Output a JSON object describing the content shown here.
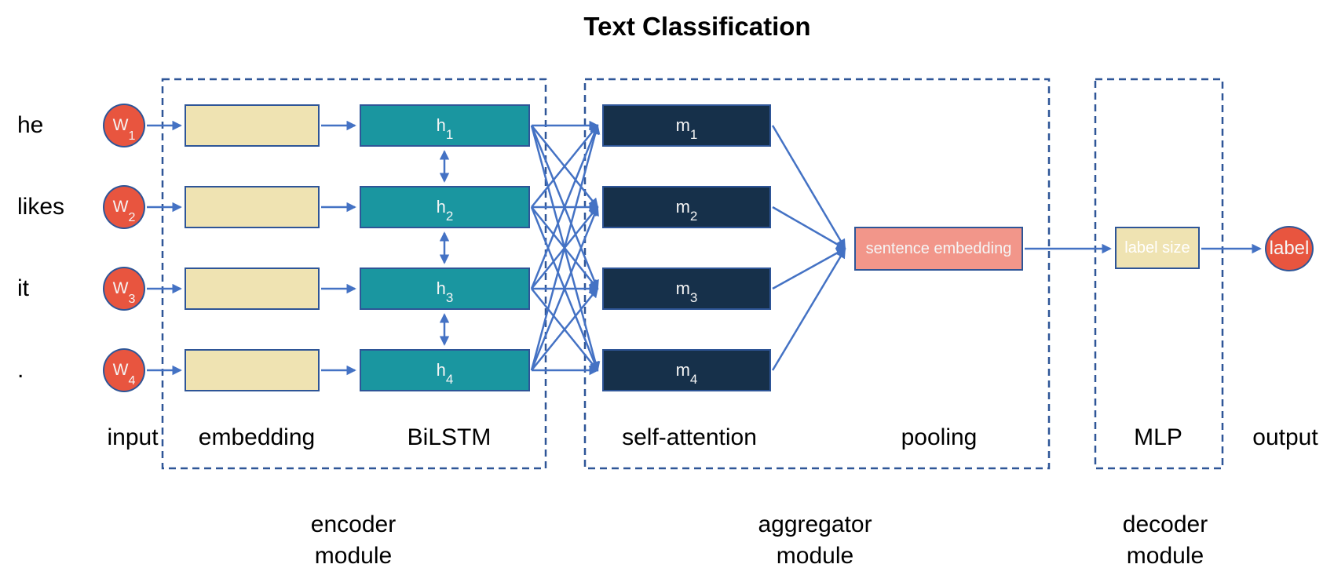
{
  "title": "Text Classification",
  "rows": [
    {
      "word": "he",
      "w": {
        "base": "W",
        "sub": "1"
      },
      "h": {
        "base": "h",
        "sub": "1"
      },
      "m": {
        "base": "m",
        "sub": "1"
      }
    },
    {
      "word": "likes",
      "w": {
        "base": "W",
        "sub": "2"
      },
      "h": {
        "base": "h",
        "sub": "2"
      },
      "m": {
        "base": "m",
        "sub": "2"
      }
    },
    {
      "word": "it",
      "w": {
        "base": "W",
        "sub": "3"
      },
      "h": {
        "base": "h",
        "sub": "3"
      },
      "m": {
        "base": "m",
        "sub": "3"
      }
    },
    {
      "word": ".",
      "w": {
        "base": "W",
        "sub": "4"
      },
      "h": {
        "base": "h",
        "sub": "4"
      },
      "m": {
        "base": "m",
        "sub": "4"
      }
    }
  ],
  "pooling_box": {
    "label": "sentence embedding"
  },
  "mlp_box": {
    "label": "label size"
  },
  "output_node": {
    "label": "label"
  },
  "column_labels": {
    "input": "input",
    "embedding": "embedding",
    "bilstm": "BiLSTM",
    "self_attention": "self-attention",
    "pooling": "pooling",
    "mlp": "MLP",
    "output": "output"
  },
  "module_labels": {
    "encoder": {
      "line1": "encoder",
      "line2": "module"
    },
    "aggregator": {
      "line1": "aggregator",
      "line2": "module"
    },
    "decoder": {
      "line1": "decoder",
      "line2": "module"
    }
  },
  "colors": {
    "input_node_fill": "#E8553F",
    "embedding_node_fill": "#EFE3B2",
    "bilstm_node_fill": "#1A96A0",
    "attention_node_fill": "#16304A",
    "pooling_node_fill": "#F2968A",
    "mlp_node_fill": "#EFE3B2",
    "output_node_fill": "#E8553F",
    "node_border": "#2E5597",
    "module_dashed_border": "#2E5597",
    "arrow": "#4472C4"
  }
}
